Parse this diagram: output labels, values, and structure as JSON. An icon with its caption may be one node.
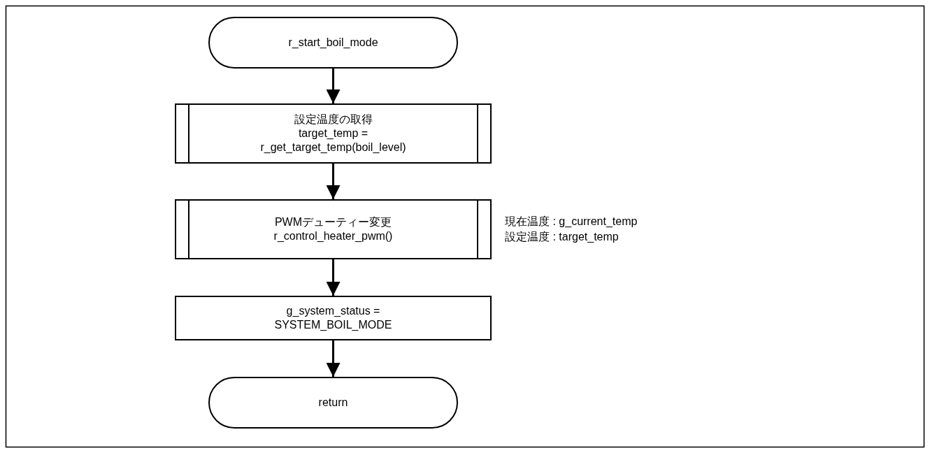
{
  "diagram": {
    "nodes": [
      {
        "text": [
          "r_start_boil_mode"
        ]
      },
      {
        "text": [
          "設定温度の取得",
          "target_temp = r_get_target_temp(boil_level)"
        ]
      },
      {
        "text": [
          "PWMデューティー変更",
          "r_control_heater_pwm()"
        ],
        "beside": [
          "現在温度 : g_current_temp",
          "設定温度 : target_temp"
        ]
      },
      {
        "text": [
          "g_system_status = SYSTEM_BOIL_MODE"
        ]
      },
      {
        "text": [
          "return"
        ]
      }
    ],
    "edges": [
      {
        "from": 0,
        "to": 1,
        "arrow": "to"
      },
      {
        "from": 1,
        "to": 2,
        "arrow": "to"
      },
      {
        "from": 2,
        "to": 3,
        "arrow": "to"
      },
      {
        "from": 3,
        "to": 4,
        "arrow": "to"
      }
    ]
  }
}
